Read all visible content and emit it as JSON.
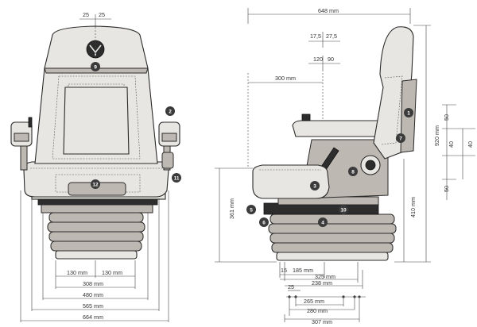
{
  "front_view": {
    "dims": {
      "top_left": "25",
      "top_right": "25",
      "base_inner_left": "130 mm",
      "base_inner_right": "130 mm",
      "base_308": "308 mm",
      "w_480": "480 mm",
      "w_565": "565 mm",
      "w_664": "664 mm"
    },
    "callouts": [
      "9",
      "2",
      "11",
      "12"
    ]
  },
  "side_view": {
    "dims": {
      "d_648": "648 mm",
      "d_17_5": "17,5",
      "d_27_5": "27,5",
      "d_120": "120",
      "d_90": "90",
      "d_300": "300 mm",
      "d_361": "361 mm",
      "d_410": "410 mm",
      "d_920": "920 mm",
      "d_50_top": "50",
      "d_40_a": "40",
      "d_40_b": "40",
      "d_50_bottom": "50",
      "d_15": "15",
      "d_185": "185 mm",
      "d_325": "325 mm",
      "d_238": "238 mm",
      "d_25": "25",
      "d_265": "265 mm",
      "d_280": "280 mm",
      "d_307": "307 mm"
    },
    "callouts": [
      "1",
      "3",
      "4",
      "5",
      "6",
      "7",
      "8",
      "10"
    ]
  }
}
